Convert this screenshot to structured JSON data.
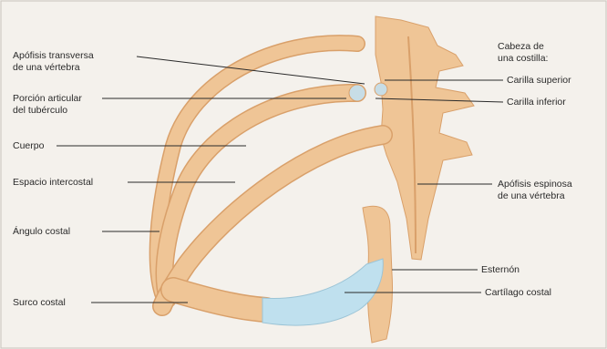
{
  "labels_left": [
    {
      "id": "apofisis-transversa",
      "text": "Apófisis transversa\nde una vértebra"
    },
    {
      "id": "porcion-articular",
      "text": "Porción articular\ndel tubérculo"
    },
    {
      "id": "cuerpo",
      "text": "Cuerpo"
    },
    {
      "id": "espacio-intercostal",
      "text": "Espacio intercostal"
    },
    {
      "id": "angulo-costal",
      "text": "Ángulo costal"
    },
    {
      "id": "surco-costal",
      "text": "Surco costal"
    }
  ],
  "labels_right": [
    {
      "id": "cabeza-costilla",
      "text": "Cabeza de\nuna costilla:"
    },
    {
      "id": "carilla-superior",
      "text": "Carilla superior"
    },
    {
      "id": "carilla-inferior",
      "text": "Carilla inferior"
    },
    {
      "id": "apofisis-espinosa",
      "text": "Apófisis espinosa\nde una vértebra"
    },
    {
      "id": "esternon",
      "text": "Esternón"
    },
    {
      "id": "cartilago-costal",
      "text": "Cartílago costal"
    }
  ],
  "colors": {
    "bone": "#efc596",
    "bone_shadow": "#d9a06a",
    "cartilage": "#bfe0ee",
    "background": "#f4f1ec",
    "leader": "#2a2a2a"
  }
}
